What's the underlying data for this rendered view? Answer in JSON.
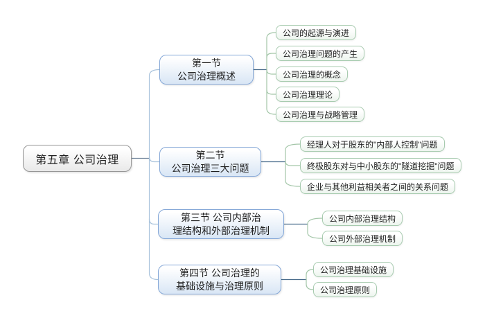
{
  "mindmap": {
    "root": {
      "label": "第五章 公司治理"
    },
    "branches": [
      {
        "lines": [
          "第一节",
          "公司治理概述"
        ],
        "children": [
          "公司的起源与演进",
          "公司治理问题的产生",
          "公司治理的概念",
          "公司治理理论",
          "公司治理与战略管理"
        ]
      },
      {
        "lines": [
          "第二节",
          "公司治理三大问题"
        ],
        "children": [
          "经理人对于股东的\"内部人控制\"问题",
          "终极股东对与中小股东的\"隧道挖掘\"问题",
          "企业与其他利益相关者之间的关系问题"
        ]
      },
      {
        "lines": [
          "第三节 公司内部治",
          "理结构和外部治理机制"
        ],
        "children": [
          "公司内部治理结构",
          "公司外部治理机制"
        ]
      },
      {
        "lines": [
          "第四节 公司治理的",
          "基础设施与治理原则"
        ],
        "children": [
          "公司治理基础设施",
          "公司治理原则"
        ]
      }
    ],
    "palette": {
      "root_border": "#969696",
      "root_fill": "#e9e9e9",
      "branch_border": "#84a7d7",
      "branch_fill": "#d9e6f5",
      "leaf_border": "#a7cbaf",
      "leaf_fill": "#edf5ee",
      "spine_color": "#a9c3dc",
      "root_link_color": "#6e8299",
      "branch_link_color": "#4a6d8c",
      "leaf_link_color": "#a3c6a8"
    }
  }
}
